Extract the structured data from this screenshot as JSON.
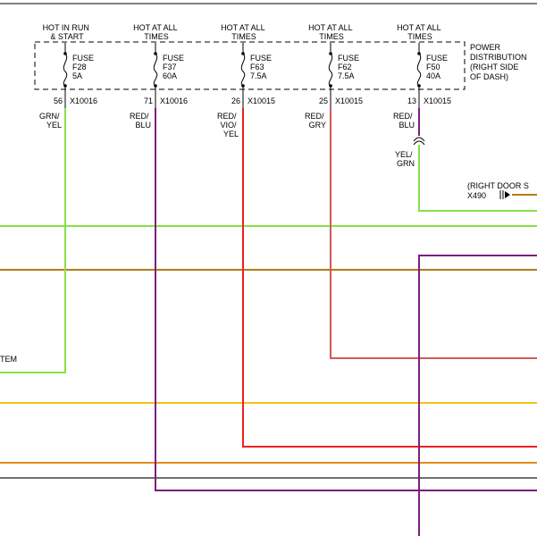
{
  "colors": {
    "green": "#88e048",
    "brown": "#b07d18",
    "purple": "#7d1e7d",
    "red": "#ee2020",
    "pink_red": "#d05a5a",
    "yellow": "#f5c018",
    "orange": "#e88a1c",
    "gray": "#707070",
    "black": "#000000"
  },
  "power_distribution": {
    "label_lines": [
      "POWER",
      "DISTRIBUTION",
      "(RIGHT SIDE",
      "OF DASH)"
    ]
  },
  "fuses": [
    {
      "hot_lines": [
        "HOT IN RUN",
        "& START"
      ],
      "fuse_lines": [
        "FUSE",
        "F28",
        "5A"
      ],
      "pin": "56",
      "connector": "X10016",
      "wire_lines": [
        "GRN/",
        "YEL"
      ]
    },
    {
      "hot_lines": [
        "HOT AT ALL",
        "TIMES"
      ],
      "fuse_lines": [
        "FUSE",
        "F37",
        "60A"
      ],
      "pin": "71",
      "connector": "X10016",
      "wire_lines": [
        "RED/",
        "BLU"
      ]
    },
    {
      "hot_lines": [
        "HOT AT ALL",
        "TIMES"
      ],
      "fuse_lines": [
        "FUSE",
        "F63",
        "7.5A"
      ],
      "pin": "26",
      "connector": "X10015",
      "wire_lines": [
        "RED/",
        "VIO/",
        "YEL"
      ]
    },
    {
      "hot_lines": [
        "HOT AT ALL",
        "TIMES"
      ],
      "fuse_lines": [
        "FUSE",
        "F62",
        "7.5A"
      ],
      "pin": "25",
      "connector": "X10015",
      "wire_lines": [
        "RED/",
        "GRY"
      ]
    },
    {
      "hot_lines": [
        "HOT AT ALL",
        "TIMES"
      ],
      "fuse_lines": [
        "FUSE",
        "F50",
        "40A"
      ],
      "pin": "13",
      "connector": "X10015",
      "wire_lines": [
        "RED/",
        "BLU"
      ]
    }
  ],
  "splice_wire_lines": [
    "YEL/",
    "GRN"
  ],
  "right_door": {
    "label": "(RIGHT DOOR S",
    "connector": "X490"
  },
  "left_fragment": "TEM"
}
